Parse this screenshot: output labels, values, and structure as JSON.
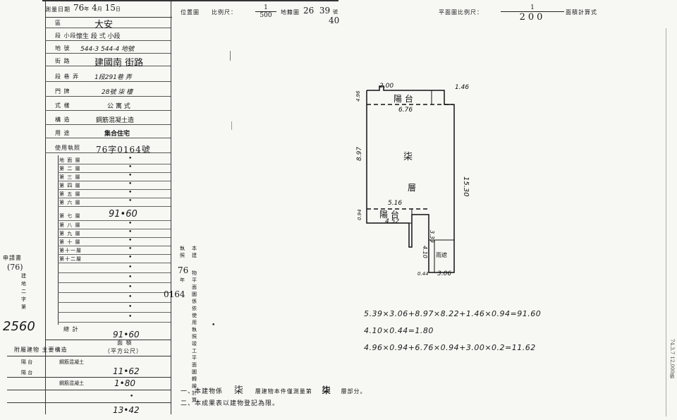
{
  "header": {
    "date_label": "測量日期",
    "year": "76",
    "year_unit": "年",
    "month": "4",
    "month_unit": "月",
    "day": "15",
    "day_unit": "日"
  },
  "location": {
    "label": "位置圖",
    "scale_label": "比例尺：",
    "scale_num": "1",
    "scale_den": "500",
    "map_label": "地籍圖",
    "map_no_1": "26",
    "map_no_2": "39",
    "map_no_suffix": "號",
    "map_no_3": "40"
  },
  "plan": {
    "scale_label": "平面圖比例尺：",
    "scale_num": "1",
    "scale_den": "200",
    "area_calc_label": "面積計算式"
  },
  "info_rows": [
    {
      "key": "區",
      "value": "大安"
    },
    {
      "key": "段 小段",
      "value": "懷生 段 弍 小段"
    },
    {
      "key": "地 號",
      "value": "544-3  544-4 地號"
    },
    {
      "key": "街 路",
      "value": "建國南 街路"
    },
    {
      "key": "段 巷 弄",
      "value": "1段291巷  弄"
    },
    {
      "key": "門 牌",
      "value": "28號 柒 樓"
    },
    {
      "key": "式 樣",
      "value": "公 寓 式"
    },
    {
      "key": "構 造",
      "value": "鋼筋混凝土造"
    },
    {
      "key": "用 途",
      "value": "集合住宅"
    },
    {
      "key": "使用執照",
      "value": "76字0164號"
    }
  ],
  "floors": [
    {
      "label": "地 面 層",
      "value": "•"
    },
    {
      "label": "第 二 層",
      "value": "•"
    },
    {
      "label": "第 三 層",
      "value": "•"
    },
    {
      "label": "第 四 層",
      "value": "•"
    },
    {
      "label": "第 五 層",
      "value": "•"
    },
    {
      "label": "第 六 層",
      "value": "•"
    },
    {
      "label": "第 七 層",
      "value": "91•60"
    },
    {
      "label": "第 八 層",
      "value": "•"
    },
    {
      "label": "第 九 層",
      "value": "•"
    },
    {
      "label": "第 十 層",
      "value": "•"
    },
    {
      "label": "第十一層",
      "value": "•"
    },
    {
      "label": "第十二層",
      "value": "•"
    }
  ],
  "extra_rows": [
    "•",
    "•",
    "•",
    "•",
    "•",
    "•"
  ],
  "totals": {
    "total_label": "總 計",
    "total_value": "91•60",
    "area_label": "面 積",
    "area_unit": "（平方公尺）",
    "attach_label": "附屬建物 主要構造",
    "attach_rows": [
      {
        "label": "陽 台",
        "struct": "鋼筋混凝土",
        "value": "11•62"
      },
      {
        "label": "陽 台",
        "struct": "鋼筋混凝土",
        "value": "1•80"
      },
      {
        "label": "",
        "struct": "",
        "value": "•"
      },
      {
        "label": "",
        "struct": "",
        "value": "13•42"
      }
    ]
  },
  "side": {
    "apply_label": "申請書",
    "apply_year": "(76)",
    "apply_no": "2560",
    "side_chars": "建地二字第"
  },
  "license_note": {
    "col1": "執照",
    "col2": "本建",
    "year": "76",
    "year_unit": "年",
    "license_no": "0164",
    "col_text": "物平面圖係依使用執照竣工平面圖轉繪計算"
  },
  "drawing": {
    "dims_top": [
      "2.00",
      "1.46"
    ],
    "dim_left_top": "4.96",
    "balcony_top": "陽  台",
    "dim_676": "6.76",
    "dim_897": "8.97",
    "room_1": "柒",
    "room_2": "層",
    "dim_1530": "15.30",
    "dim_516": "5.16",
    "dim_094": "0.94",
    "balcony_bottom": "陽  台",
    "dim_452": "4.52",
    "dim_410": "4.10",
    "dim_339": "3.39",
    "stair": "雨遮",
    "dim_044": "0.44",
    "dim_306": "3.06"
  },
  "calc": {
    "line1": "5.39×3.06+8.97×8.22+1.46×0.94=91.60",
    "line2": "4.10×0.44=1.80",
    "line3": "4.96×0.94+6.76×0.94+3.00×0.2=11.62"
  },
  "notes": {
    "note1_a": "一、本建物係",
    "note1_b": "柒",
    "note1_c": "層建物本件僅測量第",
    "note1_d": "柒",
    "note1_e": "層部分。",
    "note2": "二、本成果表以建物登記為限。"
  },
  "edge_text": "74.3.7 12,000張"
}
